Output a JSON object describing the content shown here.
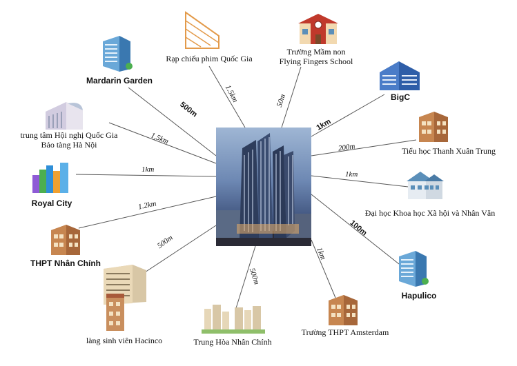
{
  "center": {
    "image": "apartment-tower-photo"
  },
  "places": [
    {
      "id": "mardarin",
      "label": "Mardarin Garden",
      "distance": "500m",
      "icon": "office-building-icon"
    },
    {
      "id": "rap",
      "label": "Rạp chiếu phim Quốc Gia",
      "distance": "1.5km",
      "icon": "cinema-building-icon"
    },
    {
      "id": "mamnon",
      "label": "Trường Mầm non",
      "label2": "Flying Fingers School",
      "distance": "50m",
      "icon": "school-building-icon"
    },
    {
      "id": "bigc",
      "label": "BigC",
      "distance": "1km",
      "icon": "office-building-icon"
    },
    {
      "id": "hoinghi",
      "label": "trung tâm Hội nghị Quốc Gia",
      "label2": "Bảo tàng Hà Nội",
      "distance": "1,5km",
      "icon": "convention-center-icon"
    },
    {
      "id": "tieuhoc",
      "label": "Tiểu học Thanh Xuân Trung",
      "distance": "200m",
      "icon": "school-building-icon"
    },
    {
      "id": "royal",
      "label": "Royal City",
      "distance": "1km",
      "icon": "city-towers-icon"
    },
    {
      "id": "daihoc",
      "label": "Đại học Khoa học Xã hội và Nhân Văn",
      "distance": "1km",
      "icon": "university-house-icon"
    },
    {
      "id": "nhanchinh",
      "label": "THPT Nhân Chính",
      "distance": "1.2km",
      "icon": "school-building-icon"
    },
    {
      "id": "hapulico",
      "label": "Hapulico",
      "distance": "100m",
      "icon": "office-building-icon"
    },
    {
      "id": "hacinco",
      "label": "làng sinh viên Hacinco",
      "distance": "500m",
      "icon": "dormitory-building-icon"
    },
    {
      "id": "trunghoa",
      "label": "Trung Hòa Nhân Chính",
      "distance": "500m",
      "icon": "city-towers-icon"
    },
    {
      "id": "amsterdam",
      "label": "Trường THPT Amsterdam",
      "distance": "1km",
      "icon": "school-building-icon"
    }
  ]
}
